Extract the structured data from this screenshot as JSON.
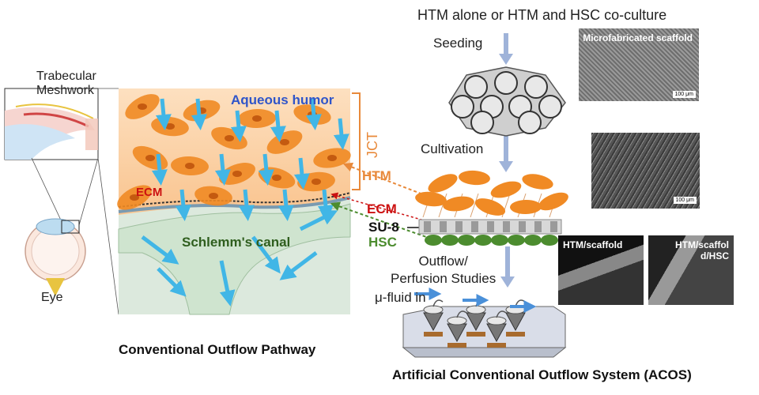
{
  "left": {
    "label_trabecular": "Trabecular\nMeshwork",
    "label_eye": "Eye",
    "label_aqueous": "Aqueous humor",
    "label_jct": "JCT",
    "label_ecm": "ECM",
    "label_schlemm": "Schlemm's canal",
    "caption": "Conventional Outflow Pathway"
  },
  "right": {
    "title_top": "HTM alone or HTM and HSC co-culture",
    "label_seeding": "Seeding",
    "label_cultivation": "Cultivation",
    "label_htm": "HTM",
    "label_ecm": "ECM",
    "label_su8": "SU-8",
    "label_hsc": "HSC",
    "label_outflow": "Outflow/\nPerfusion Studies",
    "label_fluid": "μ-fluid in",
    "caption": "Artificial Conventional  Outflow System (ACOS)"
  },
  "micrographs": {
    "scaffold_caption": "Microfabricated\nscaffold",
    "scaffold_scale": "100 μm",
    "cultivation_scale": "100 μm",
    "htm_scaffold": "HTM/scaffold",
    "htm_scaffold_hsc": "HTM/scaffol\nd/HSC"
  },
  "colors": {
    "aqueous": "#2f55c9",
    "jct": "#e8893a",
    "ecm": "#cc1111",
    "schlemm": "#2f5e1e",
    "hsc": "#4c8c2f",
    "htm_cell": "#f08a24",
    "flow_arrow": "#41b6e6",
    "process_arrow": "#9fb3d9"
  }
}
